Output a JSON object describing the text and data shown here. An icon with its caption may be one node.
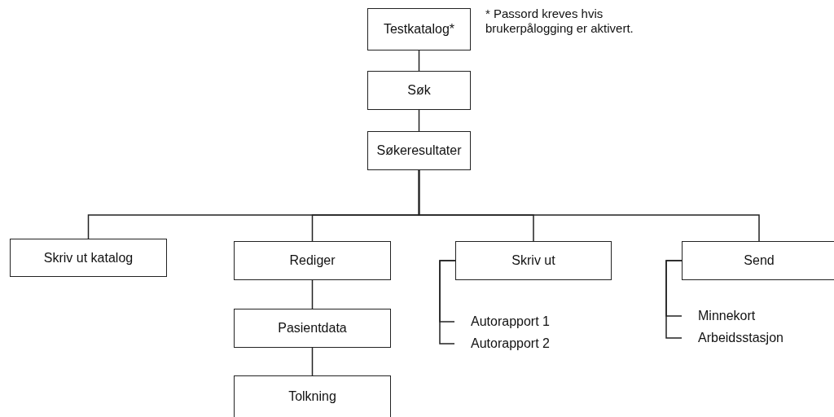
{
  "diagram": {
    "nodes": [
      {
        "text": [
          "Testkatalog*"
        ]
      },
      {
        "text": [
          "Søk"
        ]
      },
      {
        "text": [
          "Søkeresultater"
        ]
      },
      {
        "text": [
          "Skriv ut katalog"
        ]
      },
      {
        "text": [
          "Rediger"
        ]
      },
      {
        "text": [
          "Skriv ut"
        ]
      },
      {
        "text": [
          "Send"
        ]
      },
      {
        "text": [
          "Pasientdata"
        ]
      },
      {
        "text": [
          "Tolkning"
        ]
      },
      {
        "text": [
          "Autorapport 1"
        ]
      },
      {
        "text": [
          "Autorapport 2"
        ]
      },
      {
        "text": [
          "Minnekort"
        ]
      },
      {
        "text": [
          "Arbeidsstasjon"
        ]
      }
    ],
    "edges": [
      {
        "from": 0,
        "to": 1,
        "arrow": "none"
      },
      {
        "from": 1,
        "to": 2,
        "arrow": "none"
      },
      {
        "from": 2,
        "to": 3,
        "arrow": "none"
      },
      {
        "from": 2,
        "to": 4,
        "arrow": "none"
      },
      {
        "from": 2,
        "to": 5,
        "arrow": "none"
      },
      {
        "from": 2,
        "to": 6,
        "arrow": "none"
      },
      {
        "from": 4,
        "to": 7,
        "arrow": "none"
      },
      {
        "from": 7,
        "to": 8,
        "arrow": "none"
      },
      {
        "from": 5,
        "to": 9,
        "arrow": "none"
      },
      {
        "from": 5,
        "to": 10,
        "arrow": "none"
      },
      {
        "from": 6,
        "to": 11,
        "arrow": "none"
      },
      {
        "from": 6,
        "to": 12,
        "arrow": "none"
      }
    ],
    "labels": [
      "* Passord kreves hvis brukerpålogging er aktivert."
    ]
  }
}
